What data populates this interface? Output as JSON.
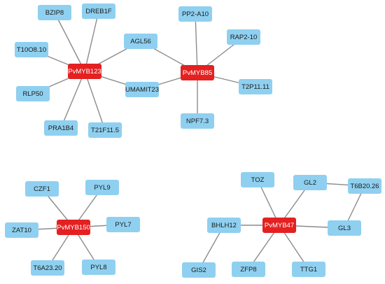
{
  "colors": {
    "hub_fill": "#e32121",
    "hub_text": "#ffffff",
    "leaf_fill": "#8fd0f0",
    "leaf_text": "#1a1a1a",
    "edge": "#8c8c8c"
  },
  "networks": [
    {
      "nodes": [
        {
          "id": "PvMYB123",
          "type": "hub"
        },
        {
          "id": "BZIP8",
          "type": "leaf"
        },
        {
          "id": "DREB1F",
          "type": "leaf"
        },
        {
          "id": "T10O8.10",
          "type": "leaf"
        },
        {
          "id": "RLP50",
          "type": "leaf"
        },
        {
          "id": "PRA1B4",
          "type": "leaf"
        },
        {
          "id": "T21F11.5",
          "type": "leaf"
        },
        {
          "id": "AGL56",
          "type": "leaf"
        },
        {
          "id": "UMAMIT23",
          "type": "leaf"
        },
        {
          "id": "PvMYB85",
          "type": "hub"
        },
        {
          "id": "PP2-A10",
          "type": "leaf"
        },
        {
          "id": "RAP2-10",
          "type": "leaf"
        },
        {
          "id": "T2P11.11",
          "type": "leaf"
        },
        {
          "id": "NPF7.3",
          "type": "leaf"
        }
      ],
      "edges": [
        [
          "PvMYB123",
          "BZIP8"
        ],
        [
          "PvMYB123",
          "DREB1F"
        ],
        [
          "PvMYB123",
          "T10O8.10"
        ],
        [
          "PvMYB123",
          "RLP50"
        ],
        [
          "PvMYB123",
          "PRA1B4"
        ],
        [
          "PvMYB123",
          "T21F11.5"
        ],
        [
          "PvMYB123",
          "AGL56"
        ],
        [
          "PvMYB123",
          "UMAMIT23"
        ],
        [
          "PvMYB85",
          "AGL56"
        ],
        [
          "PvMYB85",
          "UMAMIT23"
        ],
        [
          "PvMYB85",
          "PP2-A10"
        ],
        [
          "PvMYB85",
          "RAP2-10"
        ],
        [
          "PvMYB85",
          "T2P11.11"
        ],
        [
          "PvMYB85",
          "NPF7.3"
        ]
      ]
    },
    {
      "nodes": [
        {
          "id": "PvMYB150",
          "type": "hub"
        },
        {
          "id": "CZF1",
          "type": "leaf"
        },
        {
          "id": "PYL9",
          "type": "leaf"
        },
        {
          "id": "ZAT10",
          "type": "leaf"
        },
        {
          "id": "PYL7",
          "type": "leaf"
        },
        {
          "id": "T6A23.20",
          "type": "leaf"
        },
        {
          "id": "PYL8",
          "type": "leaf"
        }
      ],
      "edges": [
        [
          "PvMYB150",
          "CZF1"
        ],
        [
          "PvMYB150",
          "PYL9"
        ],
        [
          "PvMYB150",
          "ZAT10"
        ],
        [
          "PvMYB150",
          "PYL7"
        ],
        [
          "PvMYB150",
          "T6A23.20"
        ],
        [
          "PvMYB150",
          "PYL8"
        ]
      ]
    },
    {
      "nodes": [
        {
          "id": "PvMYB47",
          "type": "hub"
        },
        {
          "id": "TOZ",
          "type": "leaf"
        },
        {
          "id": "GL2",
          "type": "leaf"
        },
        {
          "id": "T6B20.26",
          "type": "leaf"
        },
        {
          "id": "BHLH12",
          "type": "leaf"
        },
        {
          "id": "GL3",
          "type": "leaf"
        },
        {
          "id": "GIS2",
          "type": "leaf"
        },
        {
          "id": "ZFP8",
          "type": "leaf"
        },
        {
          "id": "TTG1",
          "type": "leaf"
        }
      ],
      "edges": [
        [
          "PvMYB47",
          "TOZ"
        ],
        [
          "PvMYB47",
          "GL2"
        ],
        [
          "PvMYB47",
          "BHLH12"
        ],
        [
          "PvMYB47",
          "GL3"
        ],
        [
          "PvMYB47",
          "ZFP8"
        ],
        [
          "PvMYB47",
          "TTG1"
        ],
        [
          "GL2",
          "T6B20.26"
        ],
        [
          "T6B20.26",
          "GL3"
        ],
        [
          "BHLH12",
          "GIS2"
        ]
      ]
    }
  ]
}
